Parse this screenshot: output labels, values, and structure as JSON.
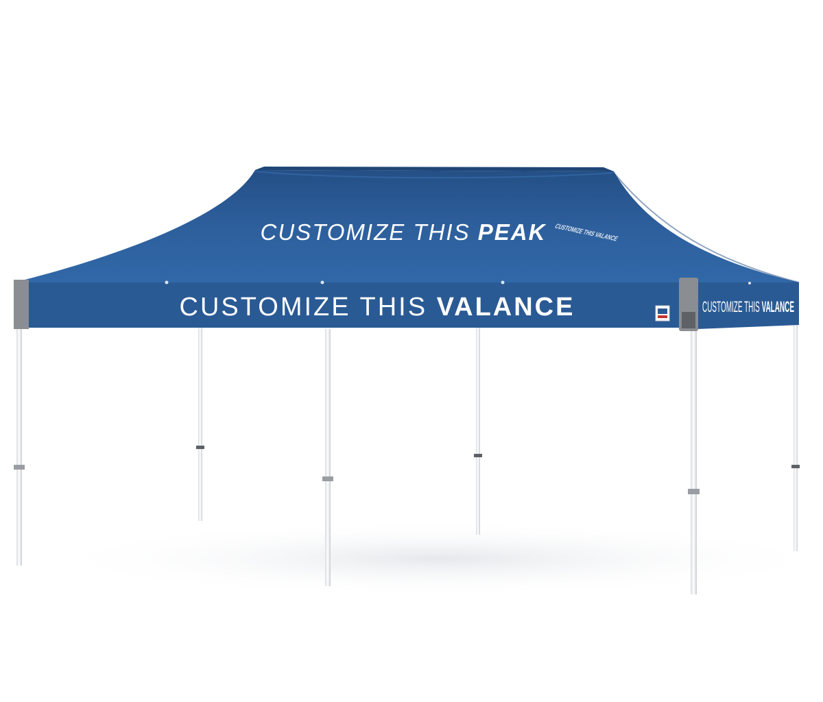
{
  "canopy": {
    "color": "#2d5f9c",
    "valance_color": "#2a5a94",
    "corner_cap_color": "#8a8d91",
    "peak_text": {
      "normal": "CUSTOMIZE THIS ",
      "bold": "PEAK"
    },
    "front_valance_text": {
      "normal": "CUSTOMIZE THIS ",
      "bold": "VALANCE"
    },
    "side_valance_text": {
      "normal": "CUSTOMIZE THIS ",
      "bold": "VALANCE"
    },
    "side_peak_text": "CUSTOMIZE THIS VALANCE"
  },
  "frame": {
    "color": "#f2f3f5",
    "leg_count": 6
  }
}
